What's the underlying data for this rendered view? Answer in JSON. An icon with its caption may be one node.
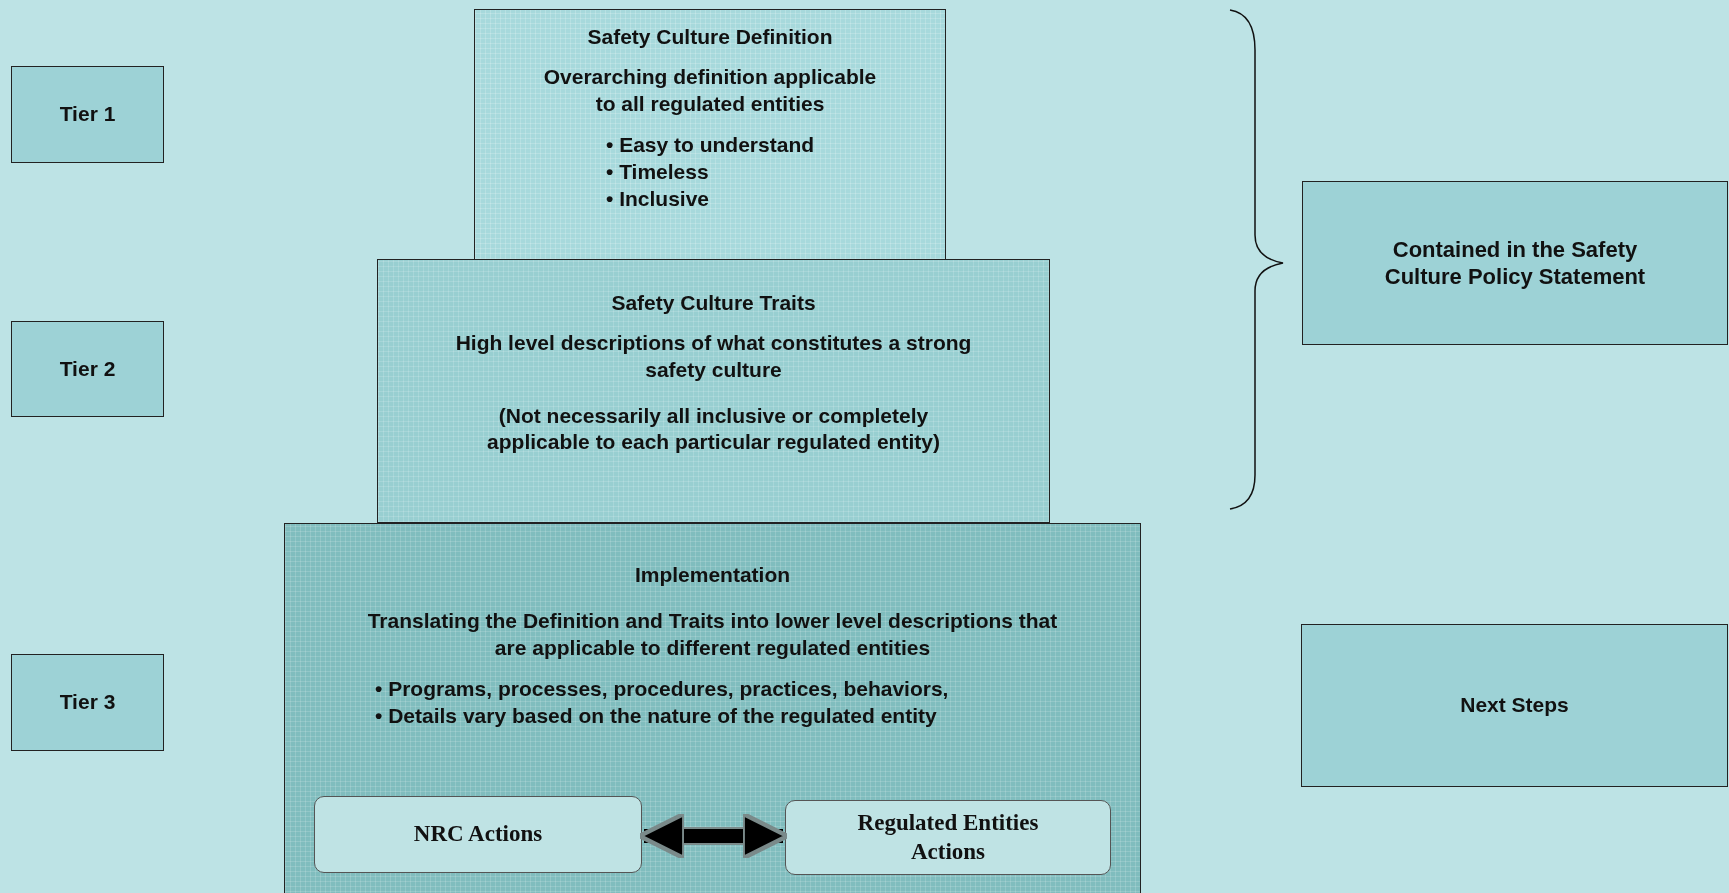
{
  "diagram": {
    "nodes": [
      {
        "text": [
          "Tier 1"
        ]
      },
      {
        "text": [
          "Safety Culture Definition",
          "Overarching definition applicable to all regulated entities",
          "• Easy to understand",
          "• Timeless",
          "• Inclusive"
        ]
      },
      {
        "text": [
          "Tier 2"
        ]
      },
      {
        "text": [
          "Safety Culture Traits",
          "High level descriptions of what constitutes a strong safety culture",
          "(Not necessarily all inclusive or completely applicable to each particular regulated entity)"
        ]
      },
      {
        "text": [
          "Contained in the Safety Culture Policy Statement"
        ]
      },
      {
        "text": [
          "Tier 3"
        ]
      },
      {
        "text": [
          "Implementation",
          "Translating the Definition and Traits into lower level descriptions that are applicable to different regulated entities",
          "• Programs, processes, procedures, practices, behaviors,",
          "• Details vary based on the nature of the regulated entity"
        ]
      },
      {
        "text": [
          "Next Steps"
        ]
      },
      {
        "text": [
          "NRC Actions"
        ],
        "in": 6
      },
      {
        "text": [
          "Regulated Entities Actions"
        ],
        "in": 6
      }
    ],
    "edges": [
      {
        "from": 8,
        "to": 9,
        "arrow": "both"
      }
    ]
  }
}
